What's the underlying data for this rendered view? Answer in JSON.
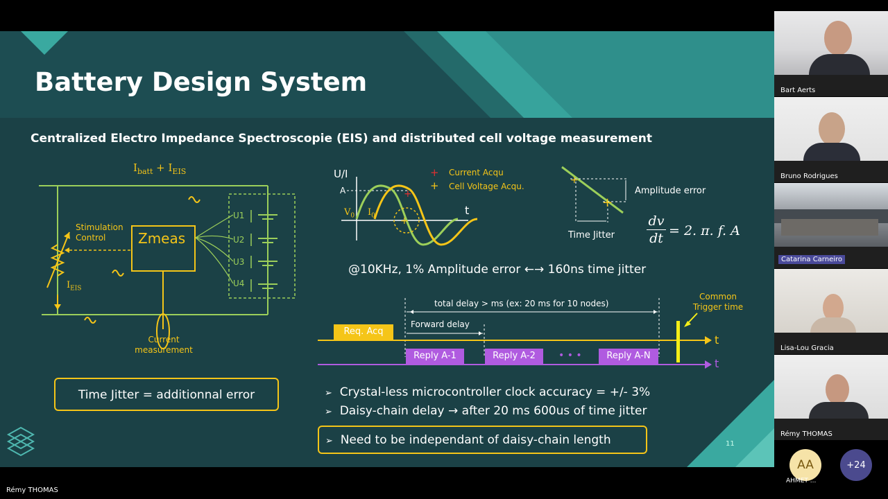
{
  "slide": {
    "title": "Battery Design System",
    "subtitle": "Centralized Electro Impedance Spectroscopie (EIS) and distributed cell voltage measurement",
    "page_number": "11"
  },
  "circuit": {
    "top_current_main": "I",
    "top_current_main_sub": "batt",
    "top_current_plus": " + I",
    "top_current_eis_sub": "EIS",
    "stimulation_label_1": "Stimulation",
    "stimulation_label_2": "Control",
    "zmeas": "Zmeas",
    "u1": "U1",
    "u2": "U2",
    "u3": "U3",
    "u4": "U4",
    "ieis_main": "I",
    "ieis_sub": "EIS",
    "current_meas_1": "Current",
    "current_meas_2": "measurement",
    "time_jitter_box": "Time Jitter = additionnal error"
  },
  "waveform": {
    "ylabel": "U/I",
    "a_label": "A",
    "v0": "V",
    "v0_sub": "0",
    "i0": "I",
    "i0_sub": "0",
    "t_label": "t",
    "legend_current": "Current Acqu",
    "legend_voltage": "Cell Voltage Acqu.",
    "amplitude_error": "Amplitude error",
    "time_jitter": "Time Jitter",
    "formula_num": "dv",
    "formula_den": "dt",
    "formula_rhs": "= 2. π. f. A",
    "statement": "@10KHz, 1% Amplitude error ←→ 160ns time jitter"
  },
  "timing": {
    "total_delay": "total delay > ms   (ex: 20 ms for 10 nodes)",
    "forward_delay": "Forward delay",
    "common_trigger_1": "Common",
    "common_trigger_2": "Trigger time",
    "req_acq": "Req. Acq",
    "reply_1": "Reply A-1",
    "reply_2": "Reply A-2",
    "ellipsis": "• • •",
    "reply_n": "Reply A-N",
    "t1": "t",
    "t2": "t"
  },
  "bullets": {
    "b1": "Crystal-less microcontroller clock accuracy = +/- 3%",
    "b2": "Daisy-chain delay → after 20 ms 600us of time jitter",
    "b3": "Need to be independant of daisy-chain length",
    "marker": "➢"
  },
  "participants": [
    {
      "name": "Bart Aerts"
    },
    {
      "name": "Bruno Rodrigues"
    },
    {
      "name": "Catarina Carneiro"
    },
    {
      "name": "Lisa-Lou Gracia"
    },
    {
      "name": "Rémy THOMAS"
    }
  ],
  "extra": {
    "avatar_initials": "AA",
    "avatar_name": "AHMET ...",
    "more_count": "+24"
  },
  "presenter": "Rémy THOMAS",
  "colors": {
    "slide_bg": "#1b4146",
    "accent_yellow": "#f5c518",
    "circuit_green": "#9ccf5a",
    "teal_stripe": "#3aa9a0",
    "purple": "#b05be0",
    "red_marker": "#e03030"
  }
}
